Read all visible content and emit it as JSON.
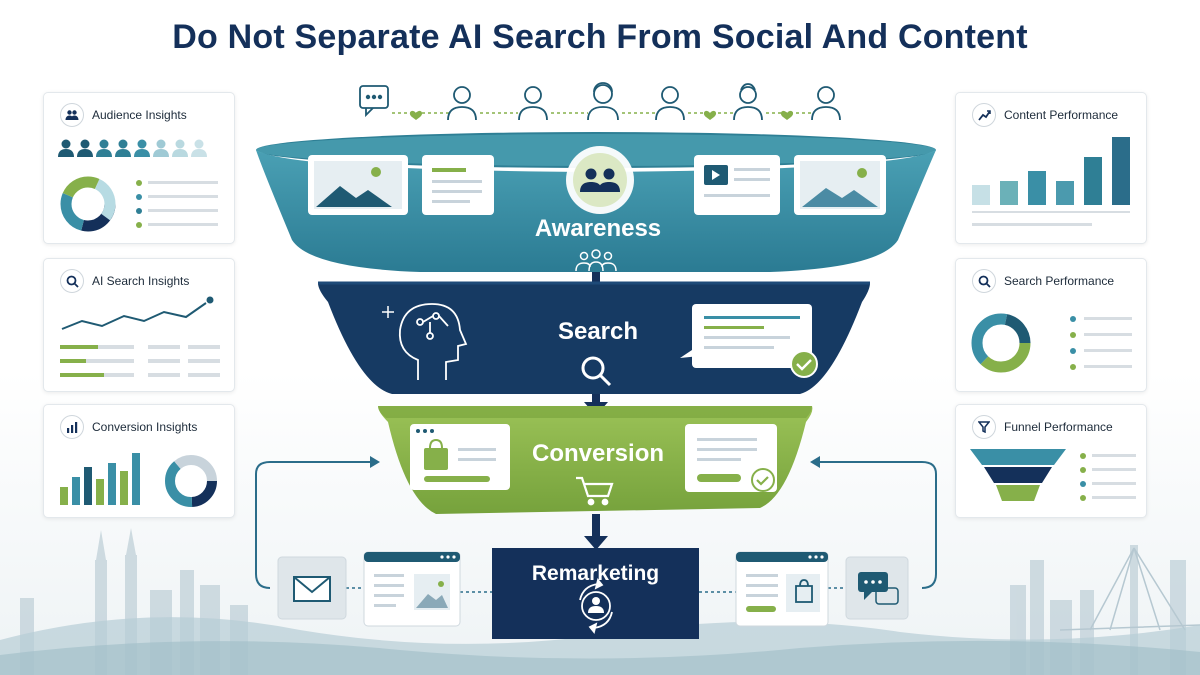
{
  "title": "Do Not Separate AI Search From Social And Content",
  "left_panels": {
    "audience": "Audience Insights",
    "ai_search": "AI Search Insights",
    "conversion": "Conversion Insights"
  },
  "right_panels": {
    "content": "Content Performance",
    "search": "Search Performance",
    "funnel": "Funnel Performance"
  },
  "stages": {
    "awareness": "Awareness",
    "search": "Search",
    "conversion": "Conversion",
    "remarketing": "Remarketing"
  },
  "colors": {
    "navy": "#14305a",
    "teal": "#3a8fa6",
    "green": "#86b04a",
    "dark_navy": "#163a63"
  }
}
